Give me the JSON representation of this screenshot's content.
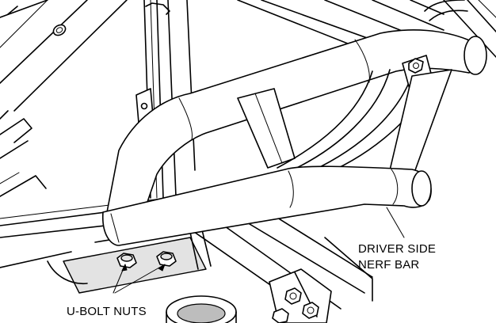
{
  "callouts": {
    "nerf_bar": {
      "line1": "DRIVER SIDE",
      "line2": "NERF BAR"
    },
    "ubolt_nuts": {
      "label": "U-BOLT NUTS"
    }
  },
  "colors": {
    "line": "#000000",
    "background": "#ffffff",
    "shade": "#e3e3e3"
  }
}
